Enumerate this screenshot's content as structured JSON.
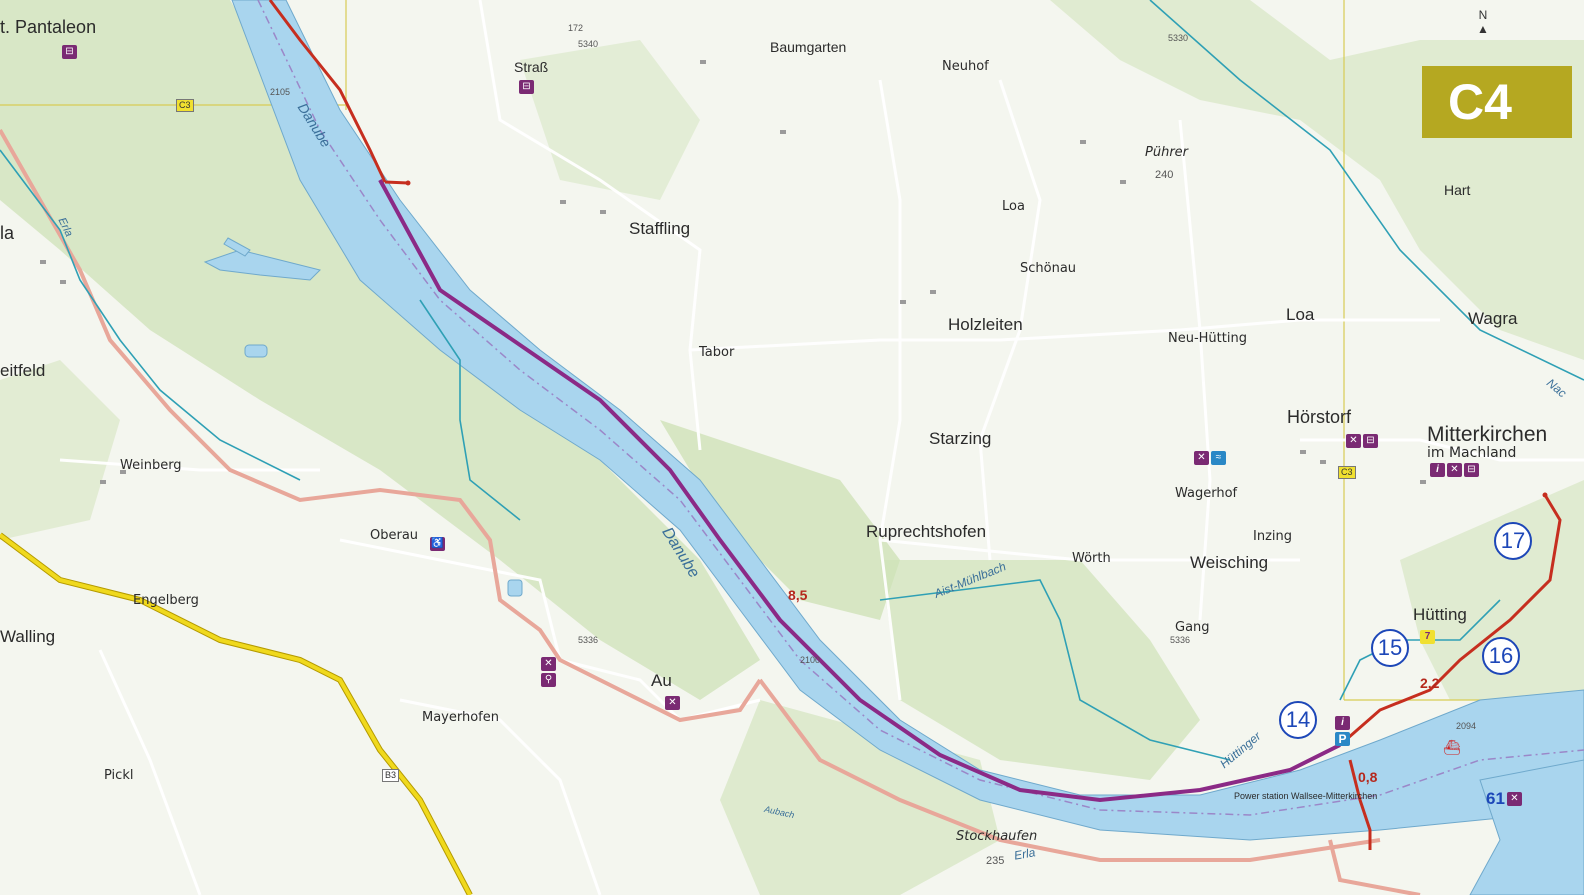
{
  "map_id": "C4",
  "north_label": "N",
  "places": {
    "st_pantaleon": "t. Pantaleon",
    "strass": "Straß",
    "baumgarten": "Baumgarten",
    "neuhof": "Neuhof",
    "puehrer": "Pührer",
    "hart": "Hart",
    "la": "la",
    "staffling": "Staffling",
    "loa_upper": "Loa",
    "schoenau": "Schönau",
    "holzleiten": "Holzleiten",
    "tabor": "Tabor",
    "neu_huetting": "Neu-Hütting",
    "loa": "Loa",
    "wagra": "Wagra",
    "eitfeld": "eitfeld",
    "hoerstorf": "Hörstorf",
    "mitterkirchen": "Mitterkirchen",
    "im_machland": "im Machland",
    "starzing": "Starzing",
    "weinberg": "Weinberg",
    "wagerhof": "Wagerhof",
    "oberau": "Oberau",
    "ruprechtshofen": "Ruprechtshofen",
    "woerth": "Wörth",
    "inzing": "Inzing",
    "weisching": "Weisching",
    "engelberg": "Engelberg",
    "walling": "Walling",
    "huetting": "Hütting",
    "gang": "Gang",
    "au": "Au",
    "mayerhofen": "Mayerhofen",
    "pickl": "Pickl",
    "stockhaufen": "Stockhaufen",
    "power_station": "Power station Wallsee-Mitterkirchen"
  },
  "rivers": {
    "danube_upper": "Danube",
    "danube_lower": "Danube",
    "erla_left": "Erla",
    "erla_bottom": "Erla",
    "aist_muehlbach": "Aist-Mühlbach",
    "huettinger": "Hüttinger",
    "nac": "Nac",
    "aubach": "Aubach"
  },
  "elevations": {
    "puehrer": "240",
    "stockhaufen": "235",
    "gang": "5336",
    "tiny_5340": "5340",
    "tiny_5336": "5336",
    "tiny_172": "172",
    "tiny_2105": "2105",
    "tiny_2100": "2100",
    "tiny_2094": "2094",
    "tiny_5330": "5330"
  },
  "road_badges": {
    "c3": "C3",
    "b3": "B3",
    "c3_right": "C3"
  },
  "distances": {
    "d1": "8,5",
    "d2": "2,2",
    "d3": "0,8"
  },
  "stages": [
    "14",
    "15",
    "16",
    "17"
  ],
  "poi_numbers": {
    "huetting_marker": "7",
    "mitterkirchen_marker": "61"
  },
  "colors": {
    "background": "#f4f6ef",
    "forest": "#cfe2b8",
    "river": "#a9d5ee",
    "route": "#8b2a86",
    "road_main": "#f0d91d",
    "road_secondary": "#e8a79a",
    "cycle_red": "#c62e1f",
    "stage_blue": "#1d47b8",
    "map_id_bg": "#b5a821"
  }
}
